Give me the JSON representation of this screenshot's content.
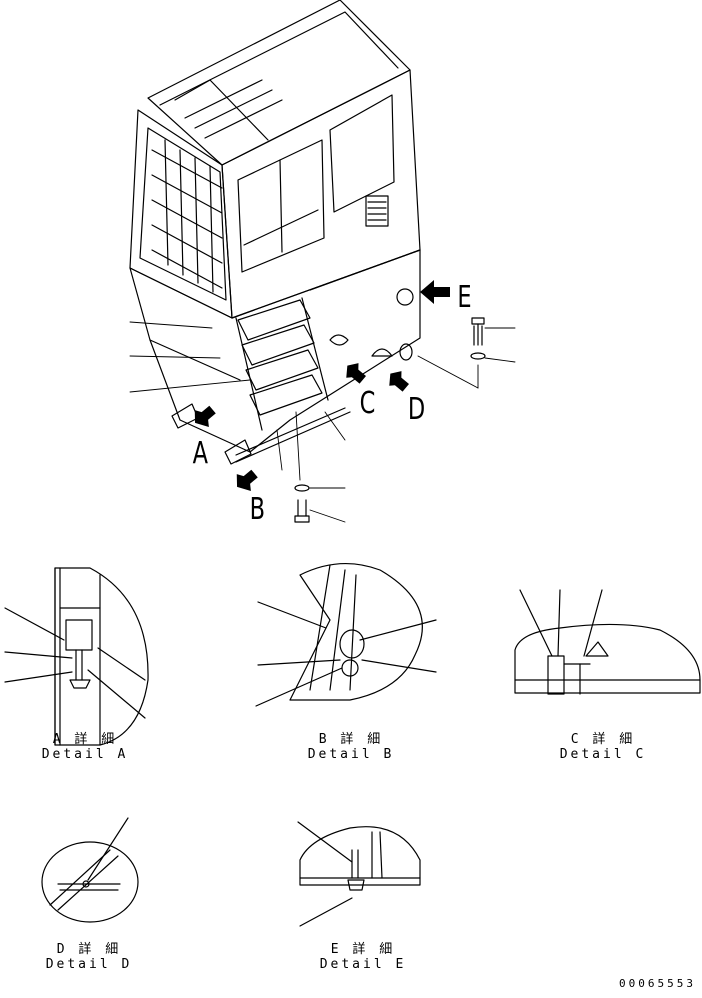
{
  "callouts": {
    "A": "A",
    "B": "B",
    "C": "C",
    "D": "D",
    "E": "E"
  },
  "details": [
    {
      "jp": "A 詳 細",
      "en": "Detail A"
    },
    {
      "jp": "B 詳 細",
      "en": "Detail B"
    },
    {
      "jp": "C 詳 細",
      "en": "Detail C"
    },
    {
      "jp": "D 詳 細",
      "en": "Detail D"
    },
    {
      "jp": "E 詳 細",
      "en": "Detail E"
    }
  ],
  "part_number": "00065553"
}
